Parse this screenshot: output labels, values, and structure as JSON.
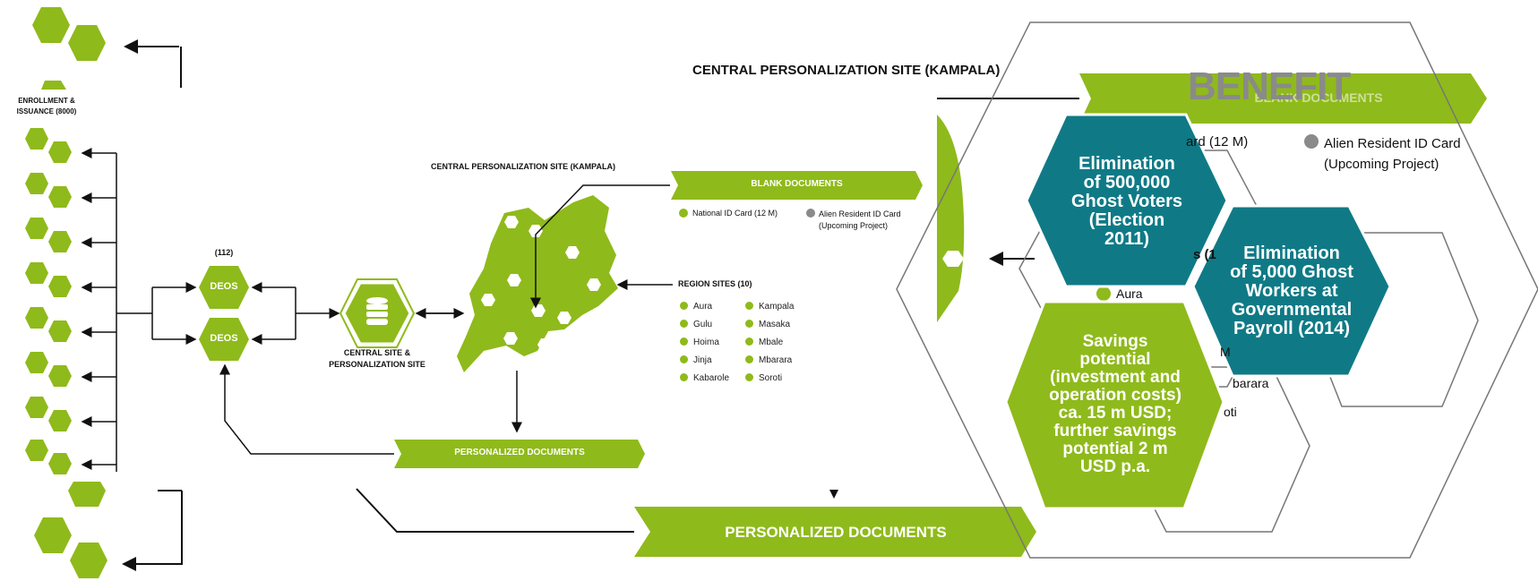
{
  "left": {
    "enrollment_label": "ENROLLMENT &\nISSUANCE (8000)"
  },
  "deos": {
    "count_label": "(112)",
    "top_label": "DEOS",
    "bottom_label": "DEOS"
  },
  "central_site": {
    "label": "CENTRAL SITE &\nPERSONALIZATION SITE"
  },
  "small_diagram": {
    "kampala_title": "CENTRAL PERSONALIZATION SITE (KAMPALA)",
    "blank_documents": "BLANK DOCUMENTS",
    "national_id": "National ID Card (12 M)",
    "alien_id": "Alien Resident ID Card\n(Upcoming Project)",
    "region_sites_title": "REGION SITES (10)",
    "regions_col1": [
      "Aura",
      "Gulu",
      "Hoima",
      "Jinja",
      "Kabarole"
    ],
    "regions_col2": [
      "Kampala",
      "Masaka",
      "Mbale",
      "Mbarara",
      "Soroti"
    ],
    "personalized_documents": "PERSONALIZED DOCUMENTS"
  },
  "large_diagram": {
    "kampala_title": "CENTRAL PERSONALIZATION SITE (KAMPALA)",
    "personalized_documents": "PERSONALIZED DOCUMENTS",
    "alien_id": "Alien Resident ID Card\n(Upcoming Project)",
    "national_id_fragment": "ard (12 M)",
    "region_fragment": "s (1",
    "aura": "Aura",
    "mbarara_fragment": "barara",
    "m_fragment": "M",
    "soroti_fragment": "oti"
  },
  "benefit": {
    "title": "BENEFIT",
    "banner_fragment": "BLANK DOCUMENTS",
    "items": [
      "Elimination\nof 500,000\nGhost Voters\n(Election\n2011)",
      "Elimination\nof 5,000 Ghost\nWorkers at\nGovernmental\nPayroll (2014)",
      "Savings\npotential\n(investment and\noperation costs)\nca. 15 m USD;\nfurther savings\npotential 2 m\nUSD p.a."
    ]
  },
  "colors": {
    "green": "#8fba1b",
    "teal": "#0f7a86",
    "dark": "#111111",
    "grey": "#8a8a8a"
  }
}
